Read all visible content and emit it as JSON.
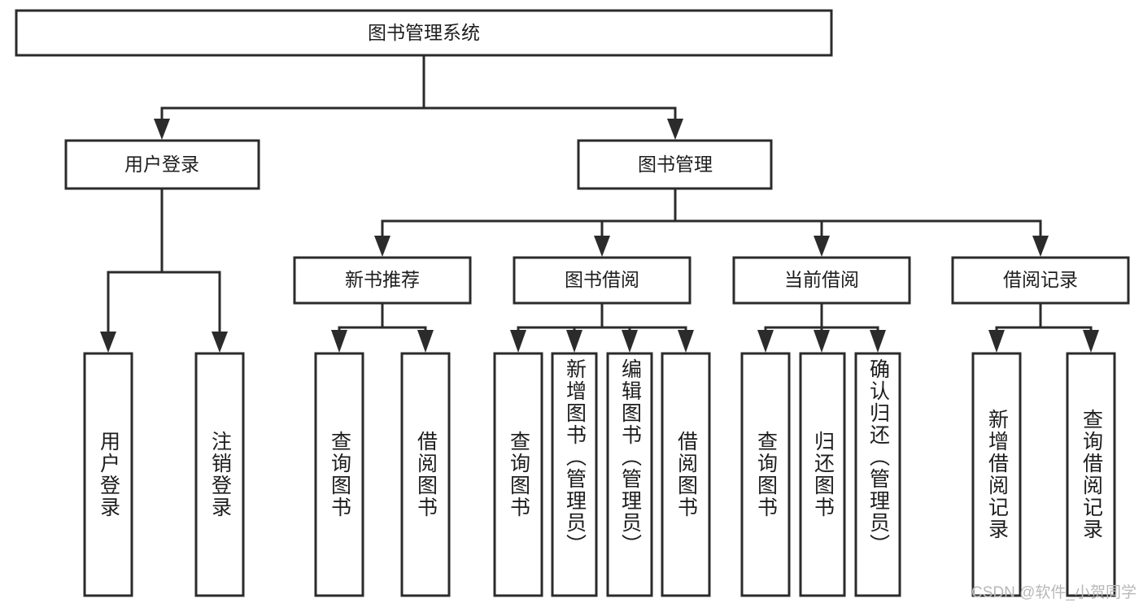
{
  "diagram": {
    "title": "图书管理系统",
    "type": "tree",
    "watermark": "CSDN @软件_小贺同学",
    "colors": {
      "box_stroke": "#2b2b2b",
      "box_fill": "#ffffff",
      "connector": "#2b2b2b",
      "text": "#1d1d1d",
      "watermark": "#b8b8b8",
      "background": "#ffffff"
    },
    "root": {
      "label": "图书管理系统"
    },
    "level2": [
      {
        "label": "用户登录"
      },
      {
        "label": "图书管理"
      }
    ],
    "level3": [
      {
        "label": "新书推荐"
      },
      {
        "label": "图书借阅"
      },
      {
        "label": "当前借阅"
      },
      {
        "label": "借阅记录"
      }
    ],
    "leaves": {
      "user_login": [
        {
          "label": "用户登录"
        },
        {
          "label": "注销登录"
        }
      ],
      "new_book": [
        {
          "label": "查询图书"
        },
        {
          "label": "借阅图书"
        }
      ],
      "book_borrow": [
        {
          "label": "查询图书"
        },
        {
          "label": "新增图书（管理员）"
        },
        {
          "label": "编辑图书（管理员）"
        },
        {
          "label": "借阅图书"
        }
      ],
      "current_borrow": [
        {
          "label": "查询图书"
        },
        {
          "label": "归还图书"
        },
        {
          "label": "确认归还（管理员）"
        }
      ],
      "borrow_record": [
        {
          "label": "新增借阅记录"
        },
        {
          "label": "查询借阅记录"
        }
      ]
    }
  }
}
